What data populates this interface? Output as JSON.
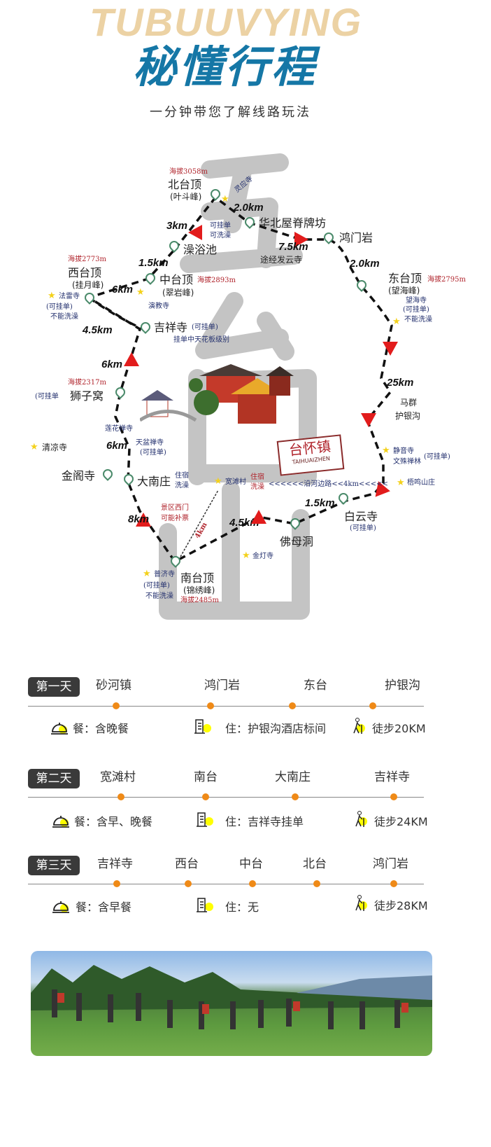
{
  "header": {
    "bg_word": "TUBUUVYING",
    "title": "秘懂行程",
    "subtitle": "一分钟带您了解线路玩法"
  },
  "map": {
    "big_chars": [
      "五",
      "台",
      "山"
    ],
    "town": {
      "name": "台怀镇",
      "pinyin": "TAIHUAIZHEN"
    },
    "beitai": {
      "alt": "海拔3058m",
      "name": "北台顶",
      "alias": "(叶斗峰)",
      "temple": "灵应寺"
    },
    "dist": {
      "bei_hua": "2.0km",
      "hua_hong": "7.5km",
      "hong_dong": "2.0km",
      "zao_bei": "3km",
      "zhong_zao": "1.5km",
      "xi_zhong": "6km",
      "xi_ji": "4.5km",
      "ji_shi": "6km",
      "dong_hu": "25km",
      "shi_da": "6km",
      "da_nan": "8km",
      "nan_fo": "4.5km",
      "fo_bai": "1.5km",
      "river": "<<<<<<沿河边路<<4km<<<<<",
      "west": "4km"
    },
    "huabei": "华北屋脊牌坊",
    "via_fayun": "途经发云寺",
    "hongmen": "鸿门岩",
    "dongtai": {
      "name": "东台顶",
      "alt": "海拔2795m",
      "alias": "(望海峰)",
      "temple": "望海寺",
      "note1": "(可挂单)",
      "note2": "不能洗澡"
    },
    "huyingou": [
      "马群",
      "护银沟"
    ],
    "jingyin": {
      "t1": "静音寺",
      "t2": "文殊禅林",
      "note": "(可挂单)"
    },
    "wuming": "梧鸣山庄",
    "baiyun": {
      "name": "白云寺",
      "note": "(可挂单)"
    },
    "fomu": "佛母洞",
    "jindeng": "金灯寺",
    "kuantan": {
      "name": "宽滩村",
      "note1": "住宿",
      "note2": "洗澡"
    },
    "nantai": {
      "name": "南台顶",
      "alias": "(锦绣峰)",
      "alt": "海拔2485m",
      "temple": "普济寺",
      "note1": "(可挂单)",
      "note2": "不能洗澡"
    },
    "westgate": [
      "景区西门",
      "可能补票"
    ],
    "jinge": "金阁寺",
    "danan": {
      "name": "大南庄",
      "note1": "住宿",
      "note2": "洗澡"
    },
    "tianpen": {
      "name": "天盆禅寺",
      "note": "(可挂单)"
    },
    "qingliang": "清凉寺",
    "lianhua": "莲花禅寺",
    "shiziwo": {
      "alt": "海拔2317m",
      "note": "(可挂单",
      "name": "狮子窝"
    },
    "jixiang": {
      "name": "吉祥寺",
      "note": "(可挂单)",
      "desc": "挂单中天花板级别"
    },
    "xitai": {
      "alt": "海拔2773m",
      "name": "西台顶",
      "alias": "(挂月峰)",
      "temple": "法雷寺",
      "note1": "(可挂单)",
      "note2": "不能洗澡"
    },
    "yanjiao": "演教寺",
    "zhongtai": {
      "name": "中台顶",
      "alt": "海拔2893m",
      "alias": "(翠岩峰)"
    },
    "zaoyu": {
      "name": "澡浴池",
      "note1": "可挂单",
      "note2": "可洗澡"
    }
  },
  "days": [
    {
      "tag": "第一天",
      "stops": [
        "砂河镇",
        "鸿门岩",
        "东台",
        "护银沟"
      ],
      "meal": "餐：含晚餐",
      "stay": "住：护银沟酒店标间",
      "hike": "徒步20KM"
    },
    {
      "tag": "第二天",
      "stops": [
        "宽滩村",
        "南台",
        "大南庄",
        "吉祥寺"
      ],
      "meal": "餐：含早、晚餐",
      "stay": "住：吉祥寺挂单",
      "hike": "徒步24KM"
    },
    {
      "tag": "第三天",
      "stops": [
        "吉祥寺",
        "西台",
        "中台",
        "北台",
        "鸿门岩"
      ],
      "meal": "餐：含早餐",
      "stay": "住：无",
      "hike": "徒步28KM"
    }
  ],
  "colors": {
    "accent": "#ef8a17",
    "title": "#1577a6",
    "route_arrow": "#e21c1c"
  }
}
